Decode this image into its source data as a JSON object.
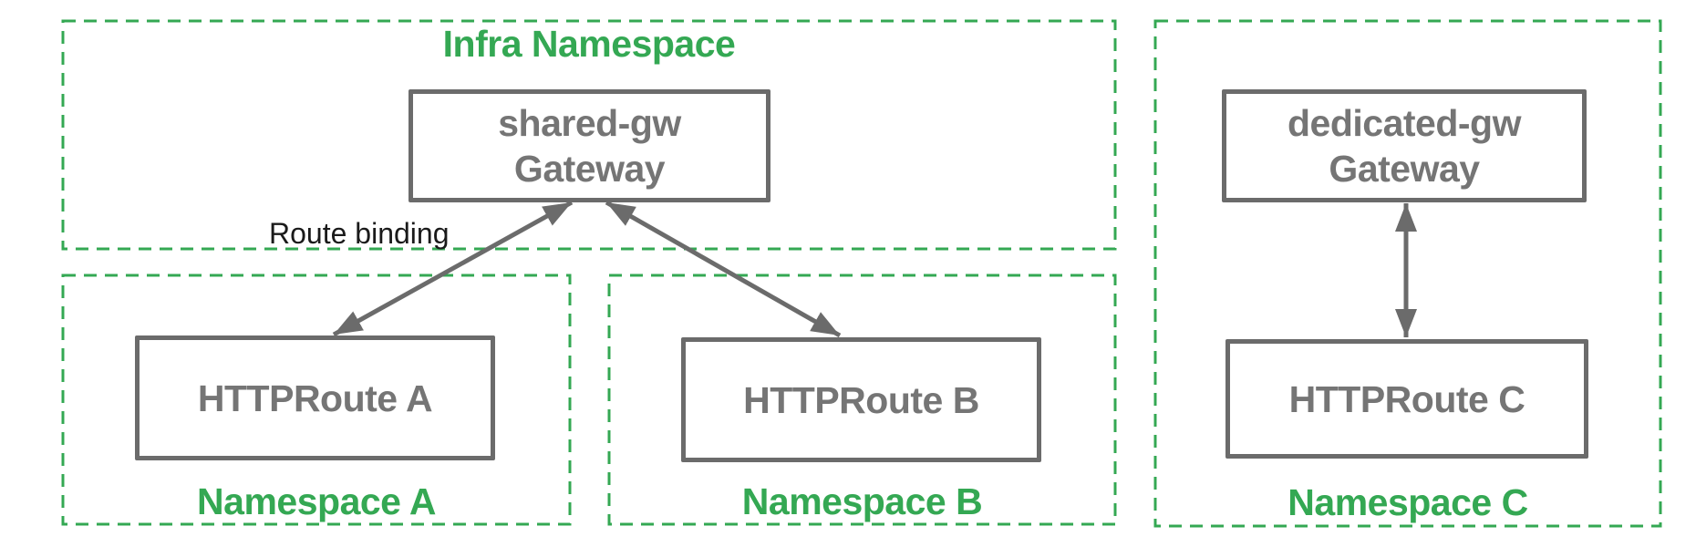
{
  "diagram": {
    "infra_namespace": {
      "label": "Infra Namespace",
      "gateway_box": {
        "line1": "shared-gw",
        "line2": "Gateway"
      }
    },
    "namespace_a": {
      "label": "Namespace A",
      "route_box": "HTTPRoute A"
    },
    "namespace_b": {
      "label": "Namespace B",
      "route_box": "HTTPRoute B"
    },
    "namespace_c": {
      "label": "Namespace C",
      "gateway_box": {
        "line1": "dedicated-gw",
        "line2": "Gateway"
      },
      "route_box": "HTTPRoute C"
    },
    "annotation": "Route binding",
    "connections": [
      {
        "from": "HTTPRoute A",
        "to": "shared-gw Gateway",
        "label": "Route binding",
        "arrowheads": "both"
      },
      {
        "from": "HTTPRoute B",
        "to": "shared-gw Gateway",
        "label": "Route binding",
        "arrowheads": "both"
      },
      {
        "from": "HTTPRoute C",
        "to": "dedicated-gw Gateway",
        "label": "Route binding",
        "arrowheads": "both"
      }
    ],
    "colors": {
      "namespace_green": "#34A853",
      "box_border_gray": "#6B6B6B",
      "box_text_gray": "#757575",
      "annotation_black": "#1A1A1A",
      "background": "#FFFFFF"
    }
  }
}
